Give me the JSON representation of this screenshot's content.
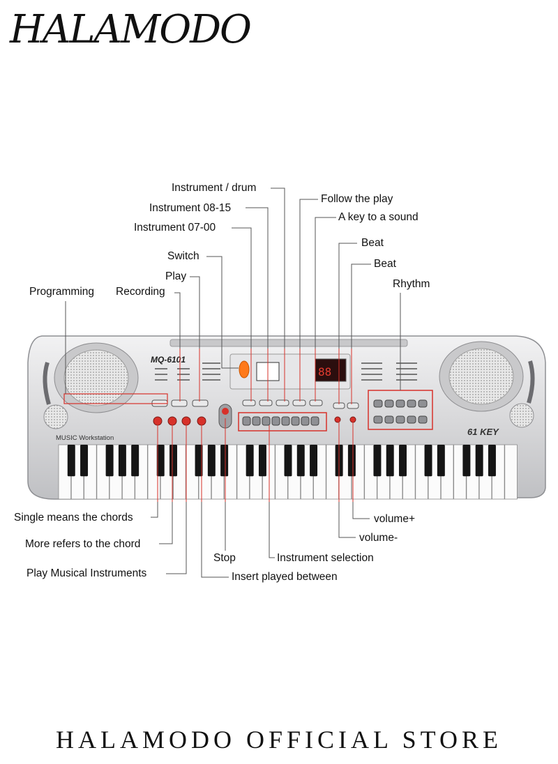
{
  "brand": {
    "logo_text": "HALAMODO"
  },
  "keyboard": {
    "model": "MQ-6101",
    "music_workstation": "MUSIC Workstation",
    "key_label": "61 KEY",
    "display_digits": "88"
  },
  "labels": {
    "instrument_drum": "Instrument / drum",
    "instrument_08_15": "Instrument 08-15",
    "instrument_07_00": "Instrument 07-00",
    "switch": "Switch",
    "play": "Play",
    "programming": "Programming",
    "recording": "Recording",
    "follow_the_play": "Follow the play",
    "a_key_to_a_sound": "A key to a sound",
    "beat_1": "Beat",
    "beat_2": "Beat",
    "rhythm": "Rhythm",
    "single_chords": "Single means the chords",
    "more_chord": "More refers to the chord",
    "play_instruments": "Play Musical Instruments",
    "stop": "Stop",
    "insert_played": "Insert played between",
    "instrument_selection": "Instrument selection",
    "volume_plus": "volume+",
    "volume_minus": "volume-"
  },
  "footer": {
    "store": "HALAMODO  OFFICIAL  STORE"
  },
  "colors": {
    "callout_line": "#c0392b",
    "label_line": "#555555",
    "keyboard_body": "#d8d8da",
    "accent_orange": "#ff7a1a"
  }
}
